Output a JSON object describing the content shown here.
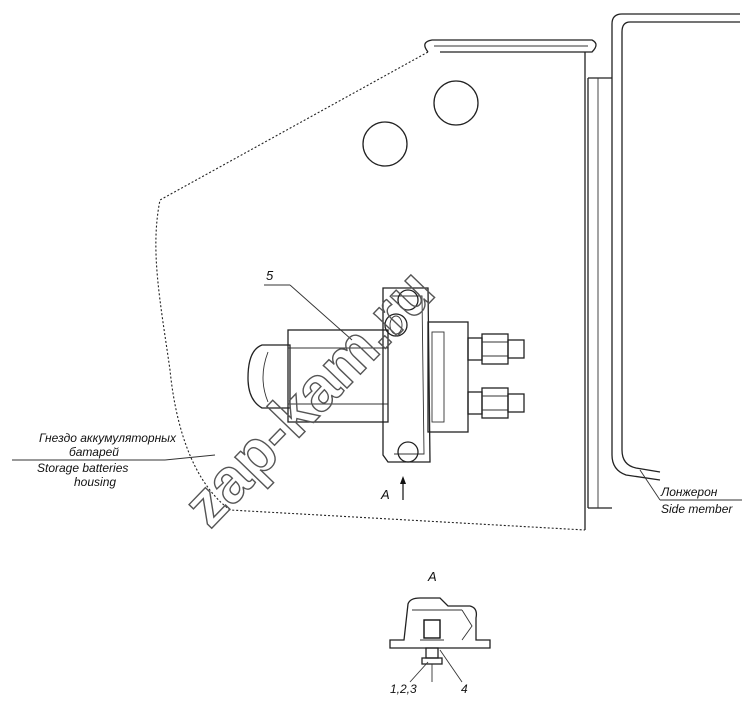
{
  "labels": {
    "item_5": "5",
    "view_arrow": "A",
    "view_title": "A",
    "battery_ru_1": "Гнездо аккумуляторных",
    "battery_ru_2": "батарей",
    "battery_en_1": "Storage batteries",
    "battery_en_2": "housing",
    "side_member_ru": "Лонжерон",
    "side_member_en": "Side member",
    "items_123": "1,2,3",
    "item_4": "4"
  },
  "watermark": "zap-kam.ru"
}
